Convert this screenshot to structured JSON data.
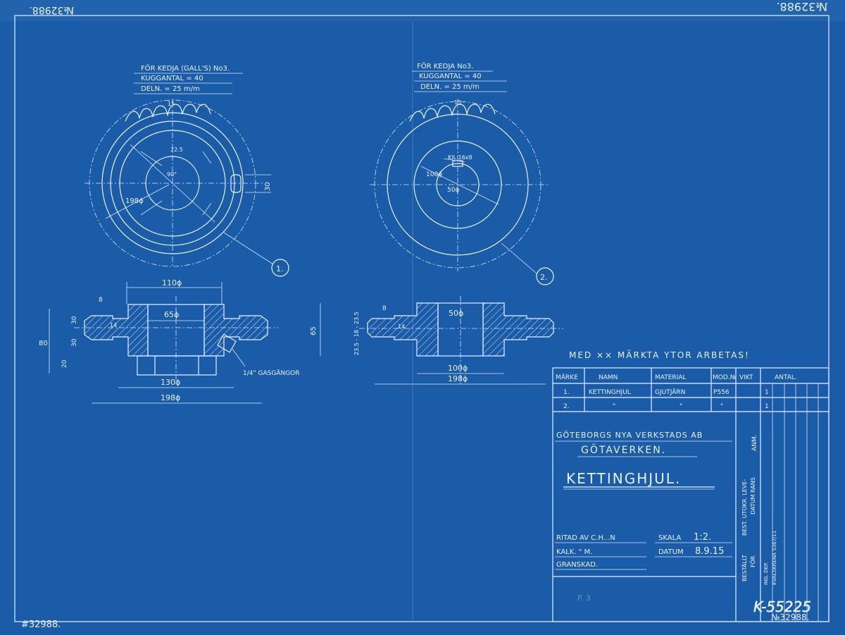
{
  "sheet": {
    "number_top_left": "№32988.",
    "number_top_right": "№32988.",
    "number_bottom_left": "#32988.",
    "number_bottom_right": "№32988.",
    "archive_stamp": "K-55225",
    "faint_note": "P. 3"
  },
  "gear1": {
    "spec_line1": "FÖR KEDJA (GALL'S) No3.",
    "spec_line2": "KUGGANTAL = 40",
    "spec_line3": "DELN. = 25 m/m",
    "dim_outer": "198ϕ",
    "dim_tooth": "15",
    "dim_slot": "30",
    "dim_hub_inner": "65ϕ",
    "dim_angle": "90°",
    "dim_a": "22.5",
    "callout": "1."
  },
  "gear2": {
    "spec_line1": "FÖR KEDJA No3.",
    "spec_line2": "KUGGANTAL = 40",
    "spec_line3": "DELN. = 25 m/m",
    "dim_key": "KIL 16x8",
    "dim_100": "100ϕ",
    "dim_50": "50ϕ",
    "dim_tooth": "15",
    "callout": "2."
  },
  "section1": {
    "dim_110": "110ϕ",
    "dim_65": "65ϕ",
    "dim_130": "130ϕ",
    "dim_198": "198ϕ",
    "dim_80": "80",
    "dim_30a": "30",
    "dim_30b": "30",
    "dim_20": "20",
    "dim_8": "8",
    "dim_14": "14",
    "thread_note": "1/4\" GASGÄNGOR"
  },
  "section2": {
    "dim_50": "50ϕ",
    "dim_100": "100ϕ",
    "dim_198": "198ϕ",
    "dim_65": "65",
    "dim_8": "8",
    "dim_14": "14",
    "dim_side": "23.5 - 18 - 23.5"
  },
  "note": "MED ×× MÄRKTA YTOR ARBETAS!",
  "parts_table": {
    "headers": [
      "MÄRKE",
      "NAMN",
      "MATERIAL",
      "MOD.№",
      "VIKT",
      "ANTAL."
    ],
    "rows": [
      [
        "1.",
        "KETTINGHJUL",
        "GJUTJÄRN",
        "P556",
        "",
        "1"
      ],
      [
        "2.",
        "\"",
        "\"",
        "\"",
        "",
        "1"
      ]
    ]
  },
  "title_block": {
    "company": "GÖTEBORGS NYA VERKSTADS AB",
    "brand": "GÖTAVERKEN.",
    "title": "KETTINGHJUL.",
    "drawn_by": "RITAD AV C.H...N",
    "traced": "KALK. \" M.",
    "checked": "GRANSKAD.",
    "scale_label": "SKALA",
    "scale_value": "1:2.",
    "date_label": "DATUM",
    "date_value": "8.9.15",
    "side_anm": "ANM.",
    "side_leve": "BEST. UTOKR. LEVE-",
    "side_datum": "DATUM RANS",
    "side_bestallt": "BESTÄLLT",
    "side_for": "FÖR",
    "side_ing": "ING. DEP.",
    "side_ref": "KVALSKRENA 5367/11"
  }
}
